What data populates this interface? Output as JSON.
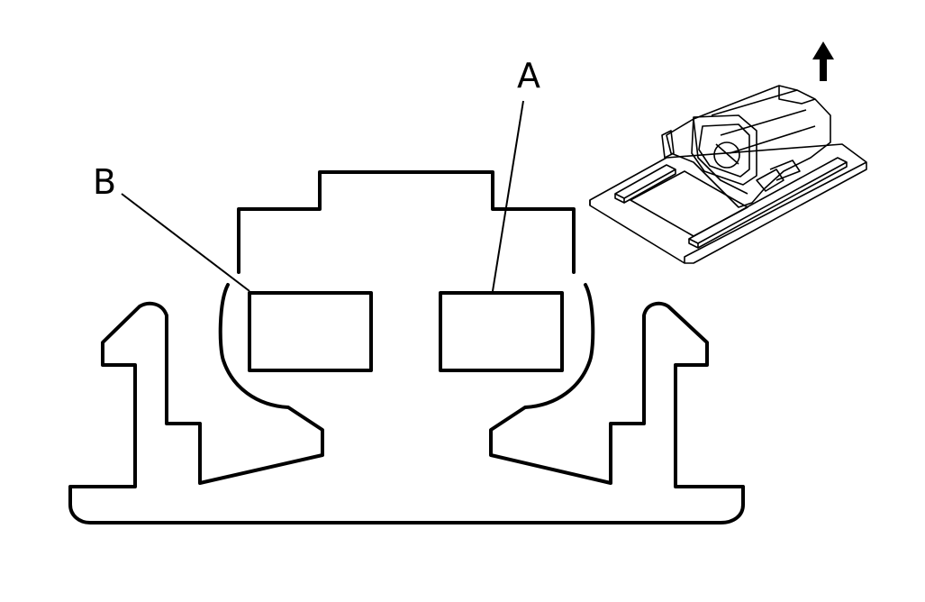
{
  "diagram": {
    "callouts": [
      {
        "id": "A",
        "label": "A"
      },
      {
        "id": "B",
        "label": "B"
      }
    ],
    "orientation_icon": "up-arrow-icon",
    "colors": {
      "line": "#000000",
      "background": "#ffffff"
    }
  }
}
